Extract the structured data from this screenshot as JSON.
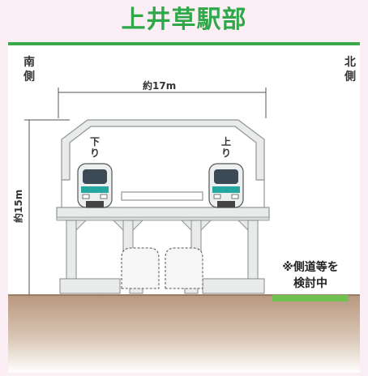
{
  "title": "上井草駅部",
  "labels": {
    "south": "南側",
    "north": "北側",
    "width": "約17m",
    "height": "約15m",
    "down_track": "下り",
    "up_track": "上り",
    "note_line1": "※側道等を",
    "note_line2": "検討中"
  },
  "colors": {
    "title_green": "#2fa84a",
    "background_pink": "#fbeef4",
    "structure_gray": "#e8ebea",
    "ground_brown": "#bf9e85",
    "side_road_green": "#6fc24f"
  }
}
